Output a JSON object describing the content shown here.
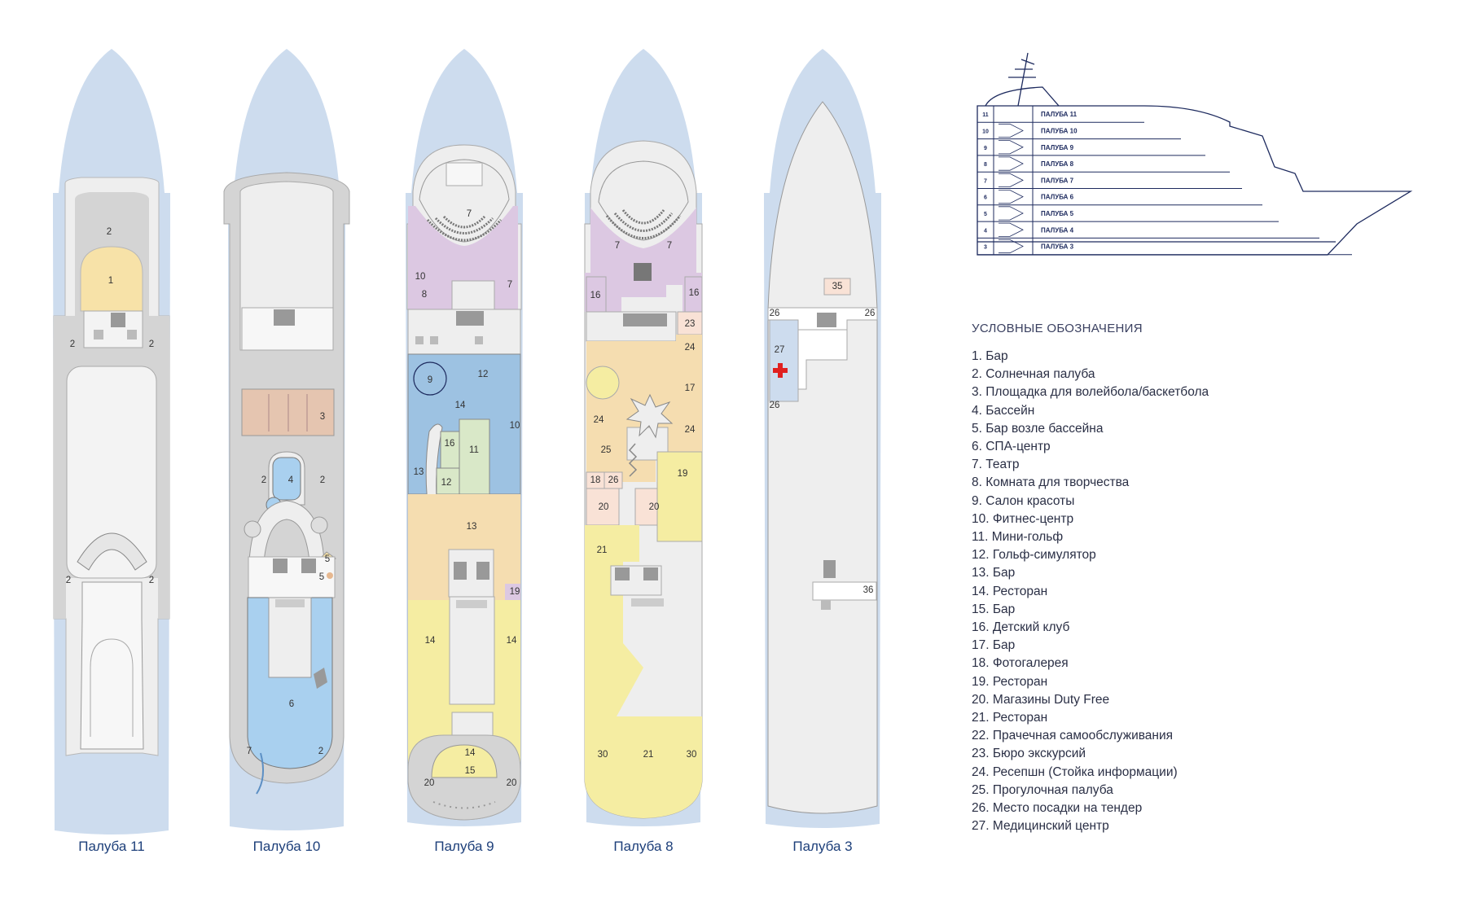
{
  "decks": [
    {
      "id": "d11",
      "caption": "Палуба 11"
    },
    {
      "id": "d10",
      "caption": "Палуба 10"
    },
    {
      "id": "d9",
      "caption": "Палуба 9"
    },
    {
      "id": "d8",
      "caption": "Палуба 8"
    },
    {
      "id": "d3",
      "caption": "Палуба 3"
    }
  ],
  "side_view": {
    "rows": [
      {
        "num": "11",
        "label": "ПАЛУБА 11"
      },
      {
        "num": "10",
        "label": "ПАЛУБА 10"
      },
      {
        "num": "9",
        "label": "ПАЛУБА 9"
      },
      {
        "num": "8",
        "label": "ПАЛУБА 8"
      },
      {
        "num": "7",
        "label": "ПАЛУБА 7"
      },
      {
        "num": "6",
        "label": "ПАЛУБА 6"
      },
      {
        "num": "5",
        "label": "ПАЛУБА 5"
      },
      {
        "num": "4",
        "label": "ПАЛУБА 4"
      },
      {
        "num": "3",
        "label": "ПАЛУБА 3"
      }
    ]
  },
  "legend": {
    "title": "УСЛОВНЫЕ ОБОЗНАЧЕНИЯ",
    "items": [
      "1. Бар",
      "2. Солнечная палуба",
      "3. Площадка для волейбола/баскетбола",
      "4. Бассейн",
      "5. Бар возле бассейна",
      "6. СПА-центр",
      "7. Театр",
      "8. Комната для творчества",
      "9. Салон красоты",
      "10. Фитнес-центр",
      "11. Мини-гольф",
      "12. Гольф-симулятор",
      "13. Бар",
      "14. Ресторан",
      "15. Бар",
      "16. Детский клуб",
      "17. Бар",
      "18. Фотогалерея",
      "19. Ресторан",
      "20. Магазины Duty Free",
      "21. Ресторан",
      "22. Прачечная самообслуживания",
      "23. Бюро экскурсий",
      "24. Ресепшн (Стойка информации)",
      "25. Прогулочная палуба",
      "26. Место посадки на тендер",
      "27. Медицинский центр"
    ]
  },
  "labels": {
    "d11": [
      "2",
      "1",
      "2",
      "2",
      "2",
      "2"
    ],
    "d10": [
      "3",
      "4",
      "2",
      "2",
      "5",
      "5",
      "6",
      "7",
      "2"
    ],
    "d9": [
      "7",
      "10",
      "8",
      "7",
      "9",
      "12",
      "14",
      "10",
      "16",
      "11",
      "13",
      "12",
      "13",
      "19",
      "14",
      "14",
      "14",
      "15",
      "20",
      "20"
    ],
    "d8": [
      "7",
      "7",
      "16",
      "16",
      "23",
      "24",
      "17",
      "24",
      "24",
      "25",
      "18",
      "26",
      "19",
      "20",
      "20",
      "21",
      "30",
      "21",
      "30"
    ],
    "d3": [
      "35",
      "26",
      "26",
      "27",
      "26",
      "36"
    ]
  },
  "colors": {
    "hull_blue": "#cddcee",
    "deck_light": "#eeeeee",
    "deck_grey": "#d4d4d4",
    "bar_yellow": "#f7e2a8",
    "theatre_purple": "#dcc8e2",
    "fitness_blue": "#9dc2e2",
    "golf_green": "#d9e8c8",
    "bar_orange": "#f5ddb0",
    "restaurant_yellow": "#f5eda2",
    "shop_pink": "#f9e2d6",
    "court_brown": "#e5c5b0",
    "pool_blue": "#a9d0ef",
    "navy": "#1d2a5e"
  }
}
